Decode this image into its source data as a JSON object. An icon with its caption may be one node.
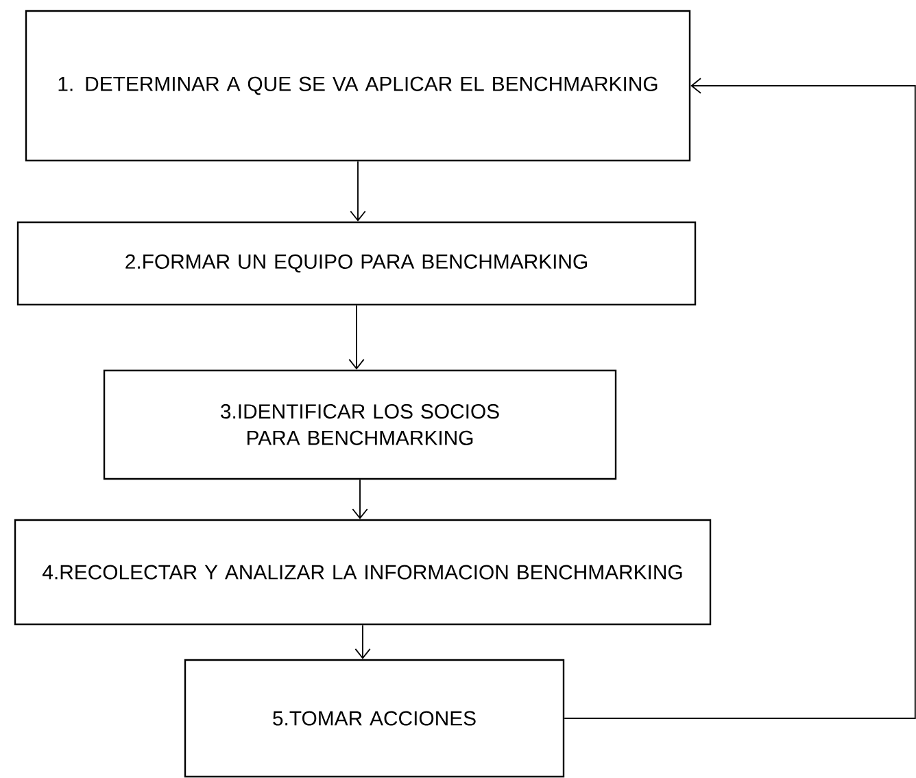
{
  "diagram": {
    "nodes": [
      {
        "text": [
          "1. DETERMINAR A QUE SE VA APLICAR EL BENCHMARKING"
        ]
      },
      {
        "text": [
          "2.FORMAR UN EQUIPO PARA BENCHMARKING"
        ]
      },
      {
        "text": [
          "3.IDENTIFICAR LOS  SOCIOS PARA BENCHMARKING"
        ]
      },
      {
        "text": [
          "4.RECOLECTAR Y ANALIZAR LA INFORMACION BENCHMARKING"
        ]
      },
      {
        "text": [
          "5.TOMAR ACCIONES"
        ]
      }
    ],
    "edges": [
      {
        "from": 0,
        "to": 1,
        "arrow": "to"
      },
      {
        "from": 1,
        "to": 2,
        "arrow": "to"
      },
      {
        "from": 2,
        "to": 3,
        "arrow": "to"
      },
      {
        "from": 3,
        "to": 4,
        "arrow": "to"
      },
      {
        "from": 4,
        "to": 0,
        "arrow": "to"
      }
    ]
  }
}
